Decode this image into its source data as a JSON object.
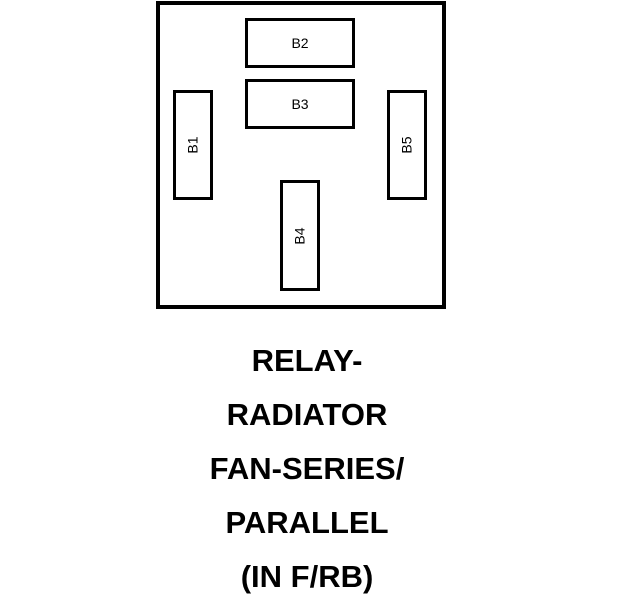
{
  "diagram": {
    "terminals": {
      "b2": "B2",
      "b3": "B3",
      "b1": "B1",
      "b5": "B5",
      "b4": "B4"
    },
    "caption": [
      "RELAY-",
      "RADIATOR",
      "FAN-SERIES/",
      "PARALLEL",
      "(IN F/RB)"
    ]
  }
}
